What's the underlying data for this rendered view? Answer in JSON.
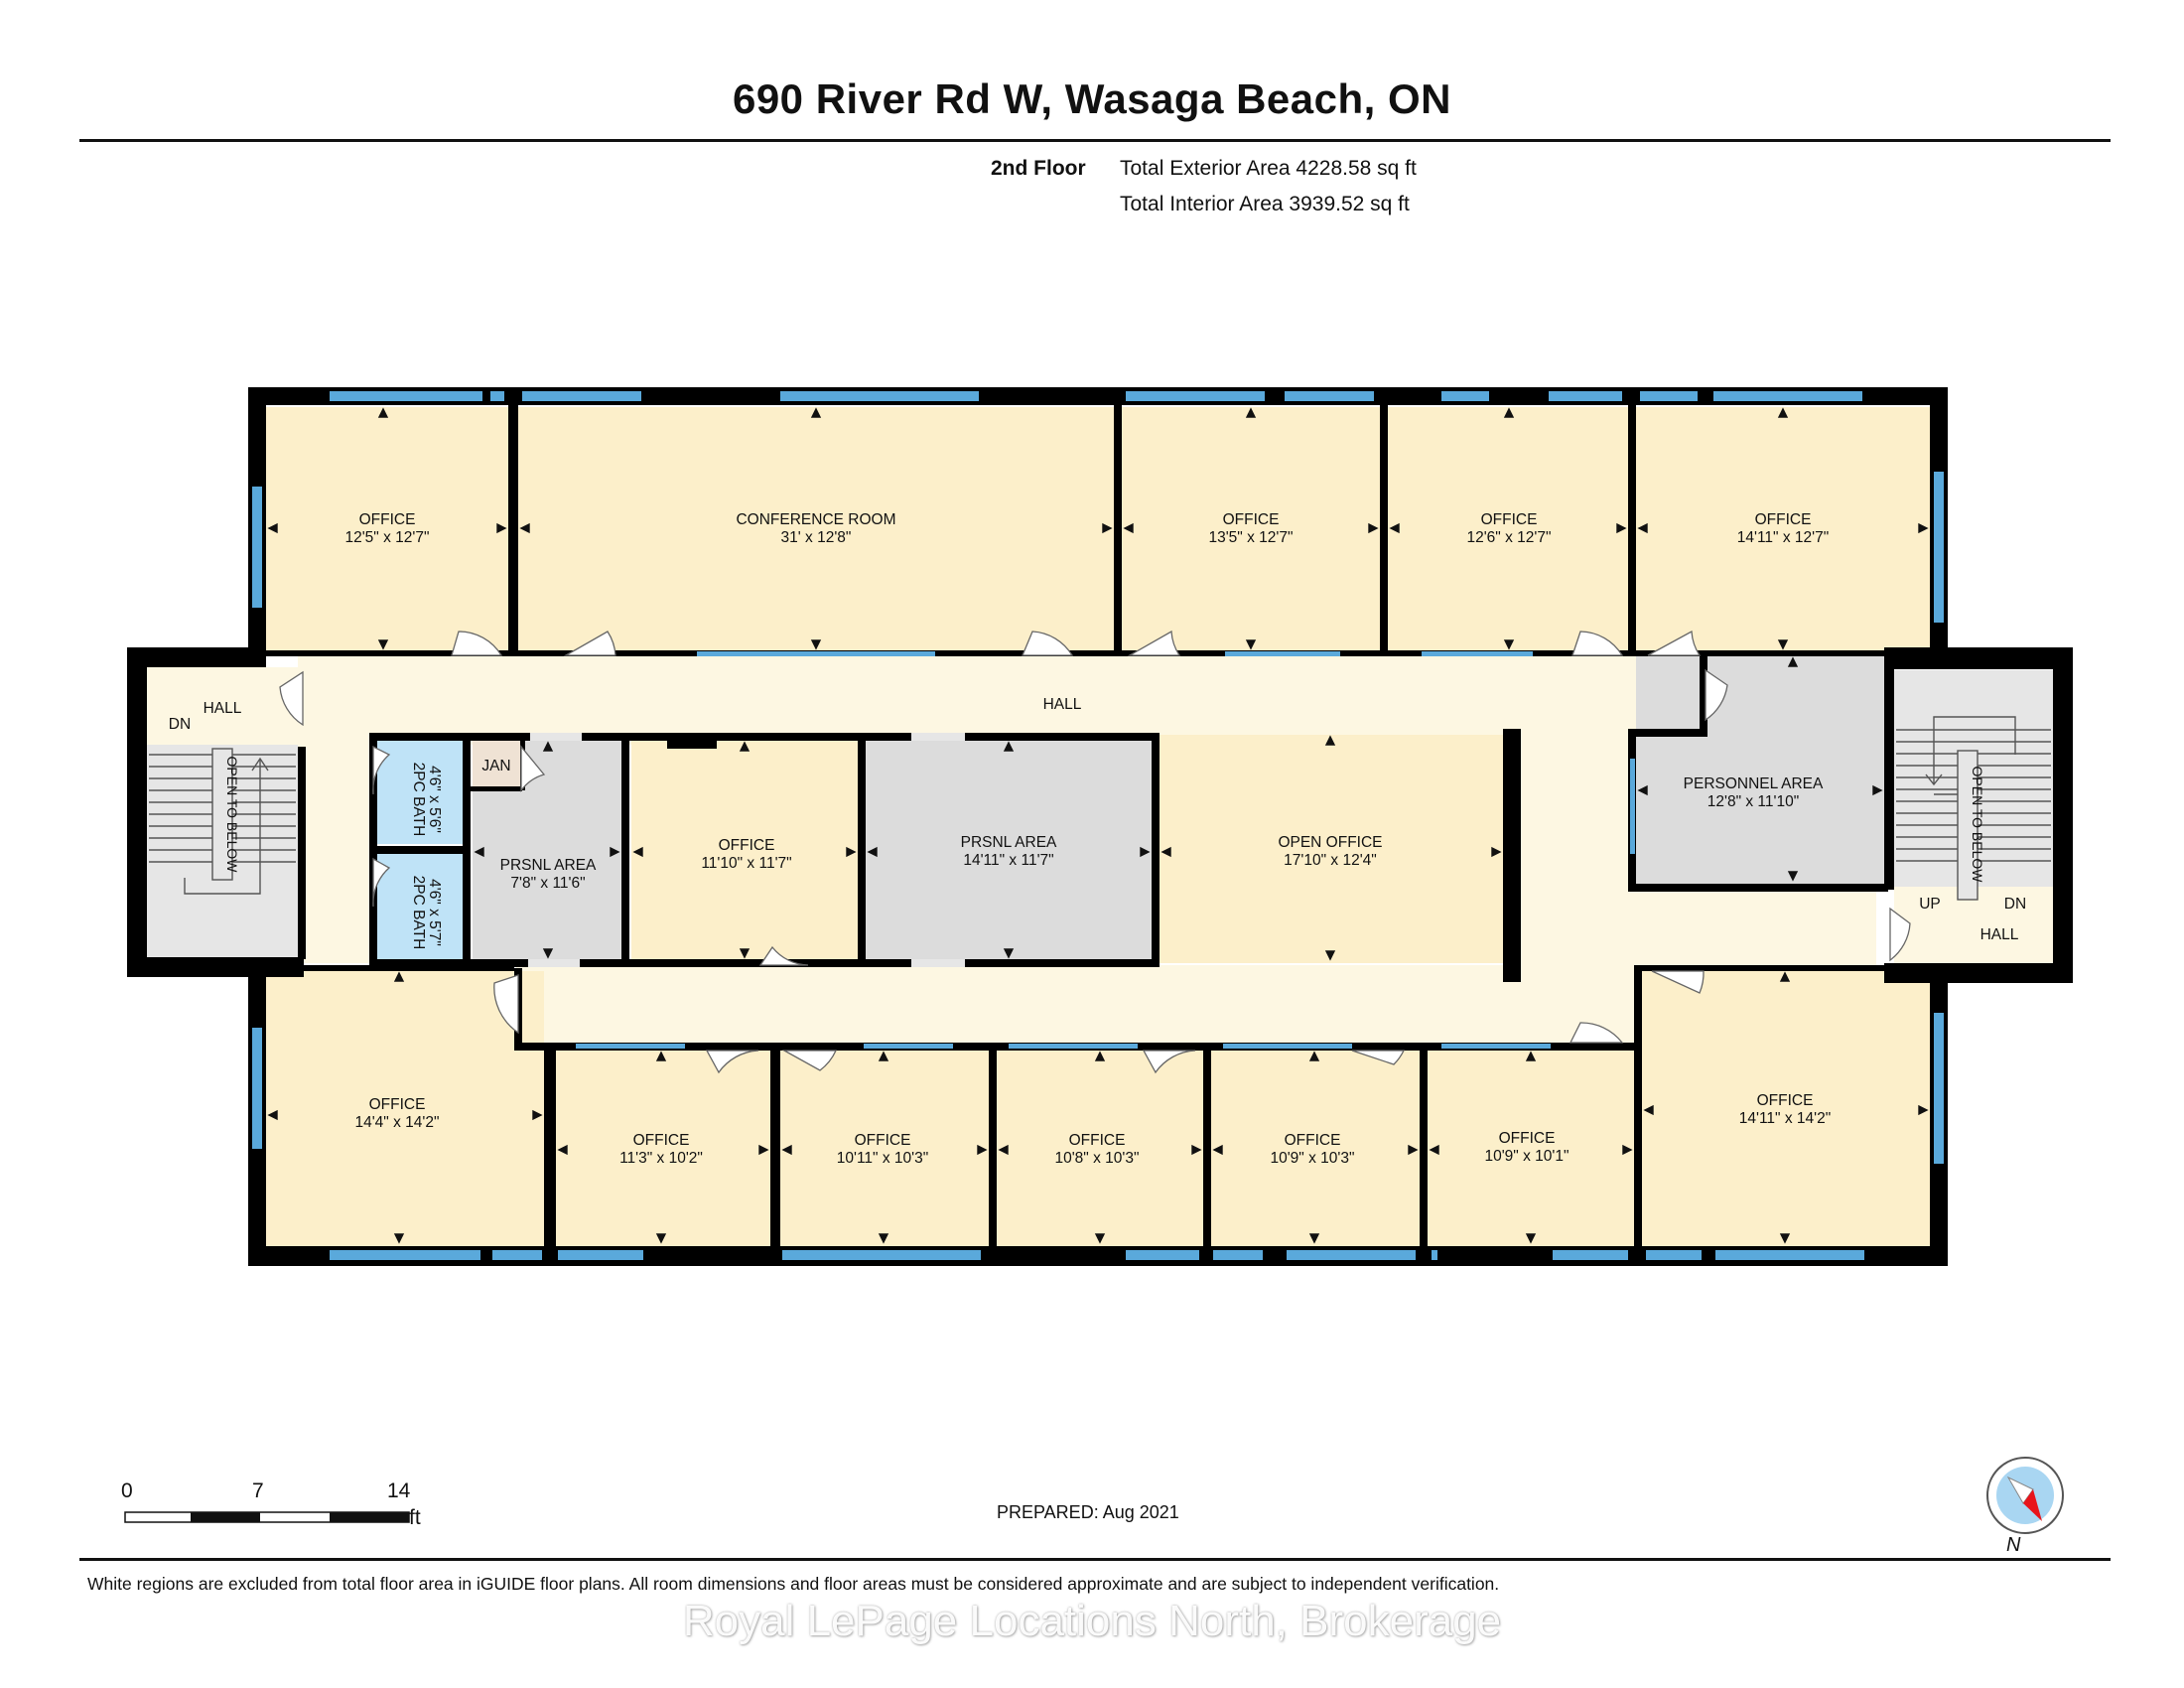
{
  "title": "690 River Rd W, Wasaga Beach, ON",
  "summary": {
    "floor": "2nd Floor",
    "exterior_area": "Total Exterior Area 4228.58 sq ft",
    "interior_area": "Total Interior Area 3939.52 sq ft"
  },
  "colors": {
    "office": "#fcefca",
    "personnel": "#dcdcdc",
    "bath": "#bfe3f7",
    "hall": "#fdf7e2",
    "wall": "#000000",
    "window": "#5aa9db",
    "compass_arrow": "#e8141b"
  },
  "rooms": {
    "office_1": {
      "name": "OFFICE",
      "dims": "12'5\" x 12'7\""
    },
    "conference": {
      "name": "CONFERENCE ROOM",
      "dims": "31' x 12'8\""
    },
    "office_2": {
      "name": "OFFICE",
      "dims": "13'5\" x 12'7\""
    },
    "office_3": {
      "name": "OFFICE",
      "dims": "12'6\" x 12'7\""
    },
    "office_4": {
      "name": "OFFICE",
      "dims": "14'11\" x 12'7\""
    },
    "hall_main": {
      "name": "HALL"
    },
    "hall_left": {
      "name": "HALL"
    },
    "hall_right": {
      "name": "HALL"
    },
    "bath_1": {
      "name": "2PC BATH",
      "dims": "4'6\" x 5'6\""
    },
    "bath_2": {
      "name": "2PC BATH",
      "dims": "4'6\" x 5'7\""
    },
    "jan": {
      "name": "JAN"
    },
    "prsnl_small": {
      "name": "PRSNL AREA",
      "dims": "7'8\" x 11'6\""
    },
    "office_mid": {
      "name": "OFFICE",
      "dims": "11'10\" x 11'7\""
    },
    "prsnl_mid": {
      "name": "PRSNL AREA",
      "dims": "14'11\" x 11'7\""
    },
    "open_office": {
      "name": "OPEN OFFICE",
      "dims": "17'10\" x 12'4\""
    },
    "personnel": {
      "name": "PERSONNEL AREA",
      "dims": "12'8\" x 11'10\""
    },
    "office_b1": {
      "name": "OFFICE",
      "dims": "14'4\" x 14'2\""
    },
    "office_b2": {
      "name": "OFFICE",
      "dims": "11'3\" x 10'2\""
    },
    "office_b3": {
      "name": "OFFICE",
      "dims": "10'11\" x 10'3\""
    },
    "office_b4": {
      "name": "OFFICE",
      "dims": "10'8\" x 10'3\""
    },
    "office_b5": {
      "name": "OFFICE",
      "dims": "10'9\" x 10'3\""
    },
    "office_b6": {
      "name": "OFFICE",
      "dims": "10'9\" x 10'1\""
    },
    "office_b7": {
      "name": "OFFICE",
      "dims": "14'11\" x 14'2\""
    }
  },
  "stairs": {
    "left": {
      "open": "OPEN TO BELOW",
      "dn": "DN"
    },
    "right": {
      "open": "OPEN TO BELOW",
      "up": "UP",
      "dn": "DN"
    }
  },
  "scale": {
    "ticks": [
      "0",
      "7",
      "14"
    ],
    "unit": "ft"
  },
  "compass": {
    "label": "N"
  },
  "prepared": "PREPARED: Aug 2021",
  "disclaimer": "White regions are excluded from total floor area in iGUIDE floor plans. All room dimensions and floor areas must be considered approximate and are subject to independent verification.",
  "watermark": "Royal LePage Locations North, Brokerage"
}
